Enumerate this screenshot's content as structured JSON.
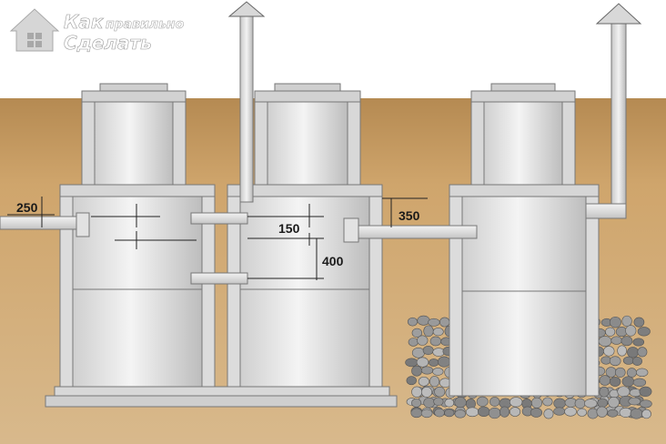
{
  "logo": {
    "line1": "Как",
    "line1_small": "правильно",
    "line2": "Сделать"
  },
  "dimensions": {
    "inlet_depth": "250",
    "pipe_offset": "150",
    "overflow_drop": "400",
    "outlet_depth": "350"
  },
  "colors": {
    "soil": "#c9a067",
    "sky": "#ffffff",
    "concrete_outline": "#6b6b6b",
    "stone": "#8c8c8c"
  }
}
